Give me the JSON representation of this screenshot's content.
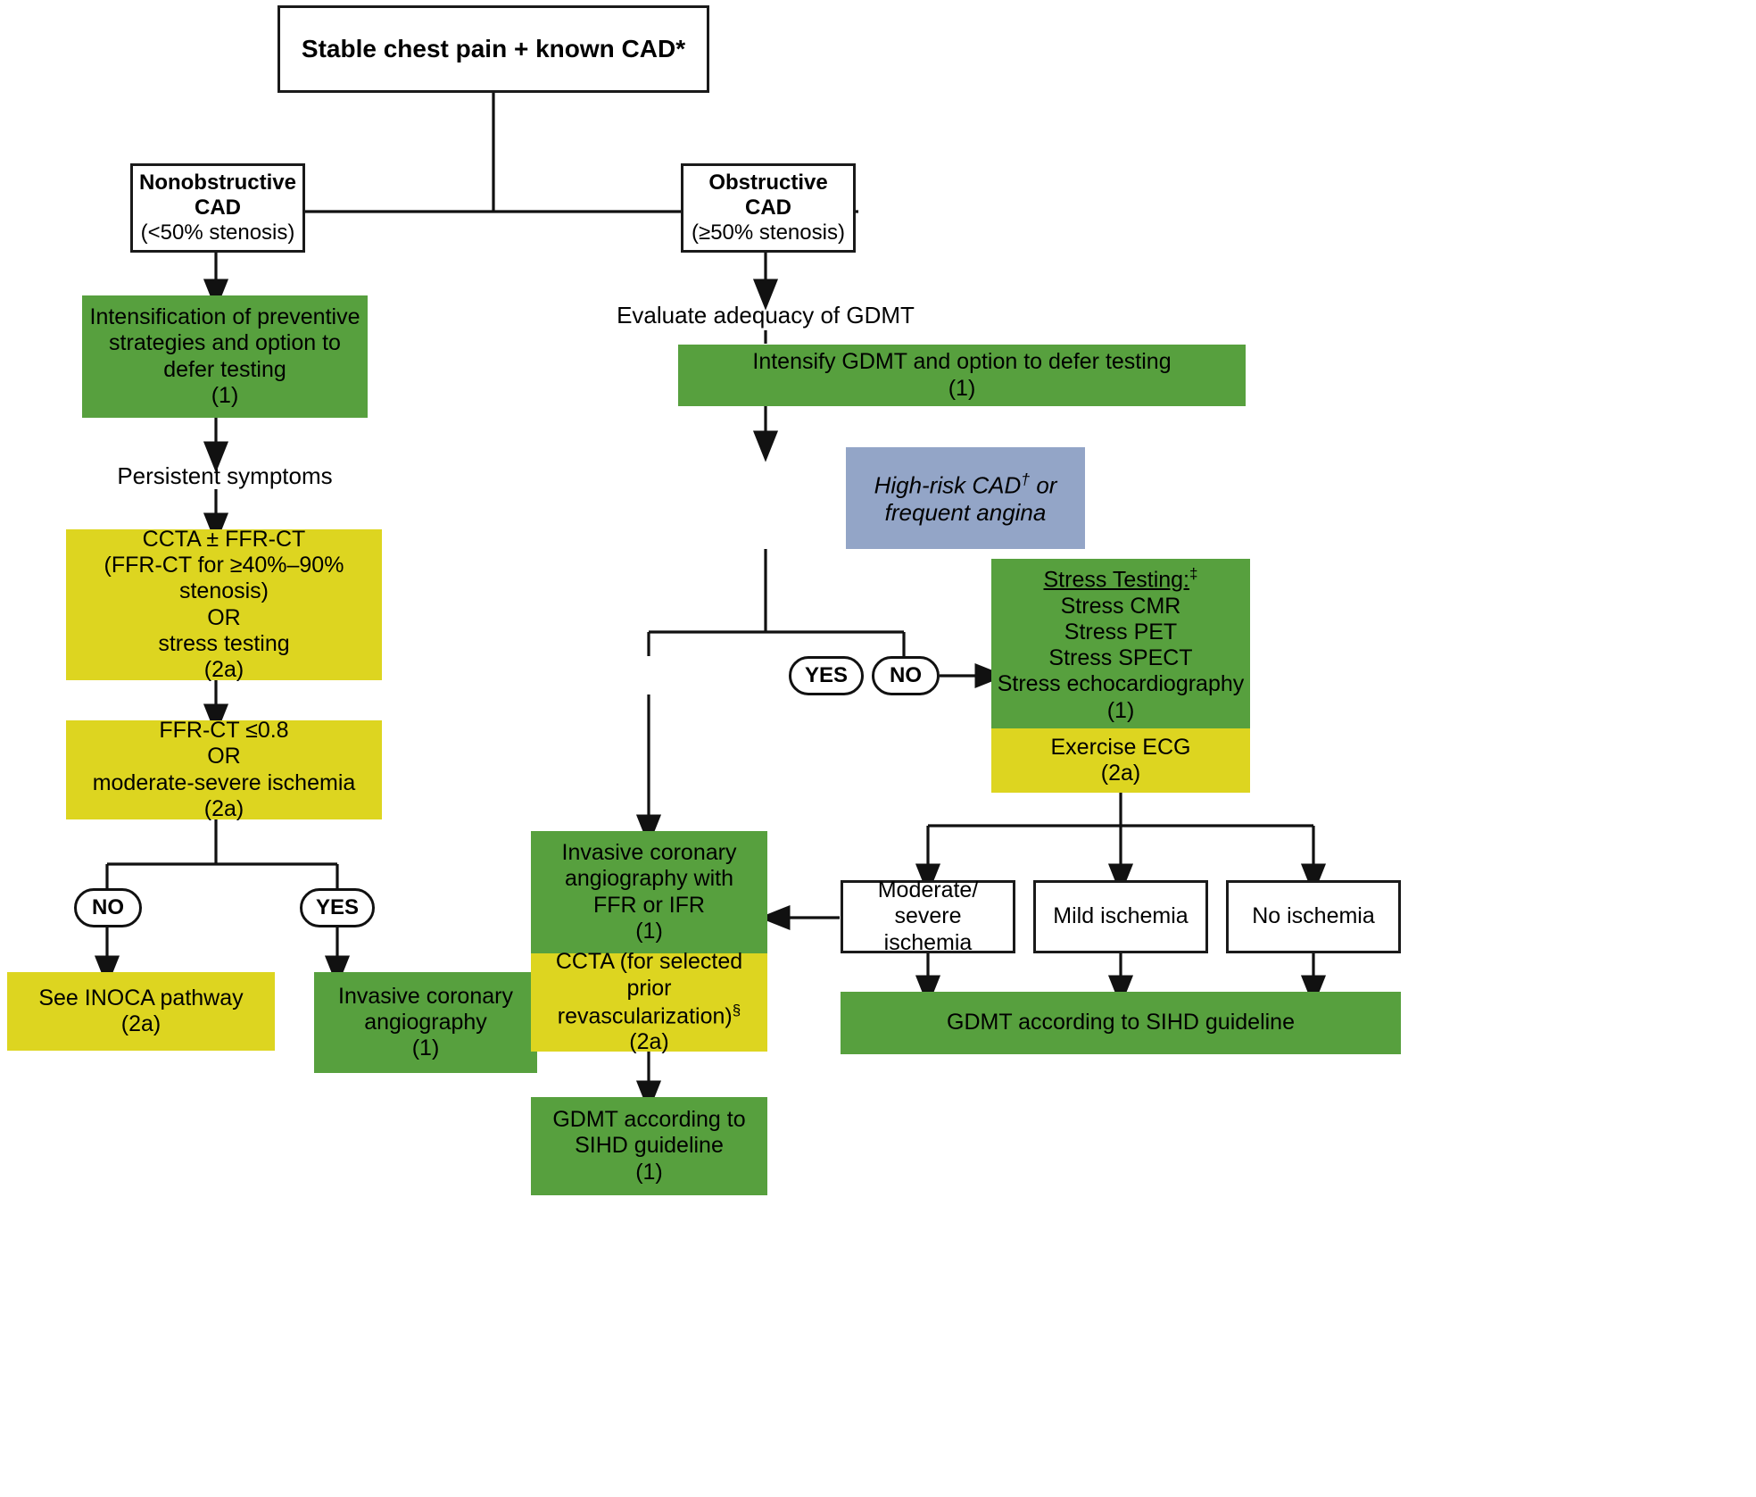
{
  "title": "Stable chest pain with known CAD diagnostic algorithm",
  "colors": {
    "green": "#57a03e",
    "yellow": "#ddd520",
    "blue": "#93a5c7",
    "line": "#111111",
    "text": "#000000",
    "white": "#ffffff"
  },
  "nodes": {
    "root": {
      "label": "Stable chest pain + known CAD*"
    },
    "nonobstructive": {
      "line1": "Nonobstructive",
      "line2": "CAD",
      "line3": "(<50% stenosis)"
    },
    "obstructive": {
      "line1": "Obstructive",
      "line2": "CAD",
      "line3": "(≥50% stenosis)"
    },
    "intensification": {
      "label": "Intensification of preventive\nstrategies and option to\ndefer testing\n(1)"
    },
    "persistent_symptoms": {
      "label": "Persistent symptoms"
    },
    "ccta_ffrct": {
      "label": "CCTA ± FFR-CT\n(FFR-CT for ≥40%–90%\nstenosis)\nOR\nstress testing\n(2a)"
    },
    "ffrct_threshold": {
      "label": "FFR-CT ≤0.8\nOR\nmoderate-severe ischemia\n(2a)"
    },
    "inoca": {
      "label": "See INOCA pathway\n(2a)"
    },
    "invasive_left": {
      "label": "Invasive coronary\nangiography\n(1)"
    },
    "evaluate_gdmt": {
      "label": "Evaluate adequacy of GDMT"
    },
    "intensify_gdmt": {
      "label": "Intensify GDMT and option to defer testing\n(1)"
    },
    "highrisk": {
      "line1": "High-risk CAD",
      "dagger": "†",
      "line1b": " or",
      "line2": "frequent angina"
    },
    "stress_testing": {
      "heading": "Stress Testing:",
      "heading_sup": "‡",
      "items": [
        "Stress CMR",
        "Stress PET",
        "Stress SPECT",
        "Stress echocardiography"
      ],
      "cor": "(1)"
    },
    "exercise_ecg": {
      "label": "Exercise ECG\n(2a)"
    },
    "invasive_center": {
      "label": "Invasive coronary\nangiography with\nFFR or IFR\n(1)"
    },
    "ccta_prior_revasc": {
      "line1": "CCTA (for selected prior",
      "line2": "revascularization)",
      "sup": "§",
      "cor": "(2a)"
    },
    "gdmt_sihd_center": {
      "label": "GDMT according to\nSIHD guideline\n(1)"
    },
    "moderate_severe_ischemia": {
      "label": "Moderate/\nsevere ischemia"
    },
    "mild_ischemia": {
      "label": "Mild ischemia"
    },
    "no_ischemia": {
      "label": "No ischemia"
    },
    "gdmt_sihd_right": {
      "label": "GDMT according to SIHD guideline"
    }
  },
  "decisions": {
    "left_no": "NO",
    "left_yes": "YES",
    "center_yes": "YES",
    "center_no": "NO"
  }
}
